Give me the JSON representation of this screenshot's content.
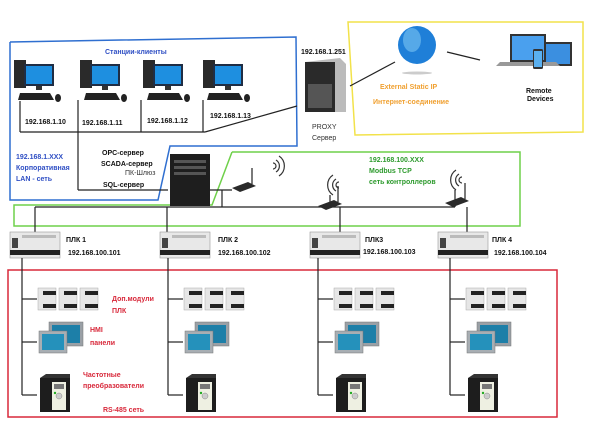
{
  "corporate_lan": {
    "title": "Станции-клиенты",
    "stations": [
      "192.168.1.10",
      "192.168.1.11",
      "192.168.1.12",
      "192.168.1.13"
    ],
    "subnet": "192.168.1.XXX",
    "name_line1": "Корпоративная",
    "name_line2": "LAN - сеть",
    "color": "#2f4fc4"
  },
  "gateway": {
    "opc": "OPC-сервер",
    "scada": "SCADA-сервер",
    "label": "ПК-Шлюз",
    "sql": "SQL-сервер"
  },
  "proxy": {
    "ip": "192.168.1.251",
    "line1": "PROXY",
    "line2": "Сервер"
  },
  "internet": {
    "external_ip": "External Static IP",
    "connection": "Интернет-соединение",
    "remote_line1": "Remote",
    "remote_line2": "Devices",
    "color": "#f0a030",
    "box_color": "#f2e24a"
  },
  "modbus": {
    "subnet": "192.168.100.XXX",
    "name_line1": "Modbus TCP",
    "name_line2": "сеть контроллеров",
    "color": "#2d9a2d"
  },
  "plcs": [
    {
      "name": "ПЛК 1",
      "ip": "192.168.100.101"
    },
    {
      "name": "ПЛК 2",
      "ip": "192.168.100.102"
    },
    {
      "name": "ПЛК3",
      "ip": "192.168.100.103"
    },
    {
      "name": "ПЛК 4",
      "ip": "192.168.100.104"
    }
  ],
  "rs485": {
    "modules_line1": "Доп.модули",
    "modules_line2": "ПЛК",
    "hmi_line1": "HMI",
    "hmi_line2": "панели",
    "drives_line1": "Частотные",
    "drives_line2": "преобразователи",
    "network": "RS-485 сеть",
    "color": "#d8283a"
  }
}
